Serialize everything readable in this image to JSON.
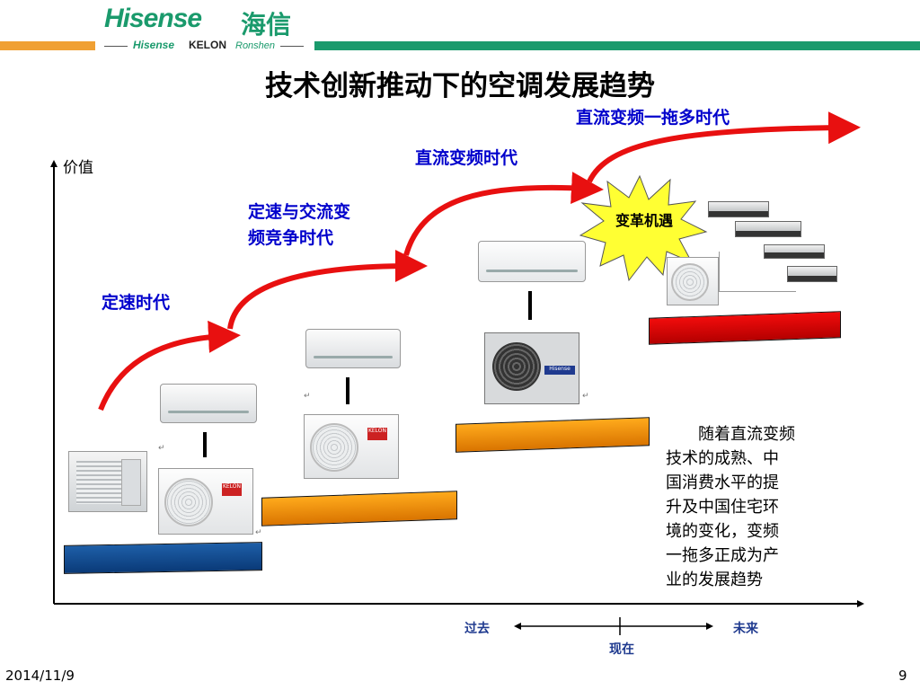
{
  "header": {
    "brand_main": "Hisense",
    "brand_cn": "海信",
    "sub_brands": [
      "Hisense",
      "KELON",
      "Ronshen"
    ]
  },
  "title": "技术创新推动下的空调发展趋势",
  "axis": {
    "y_label": "价值",
    "past": "过去",
    "future": "未来",
    "now": "现在"
  },
  "eras": {
    "fixed_speed": "定速时代",
    "fixed_ac_line1": "定速与交流变",
    "fixed_ac_line2": "频竞争时代",
    "dc_inverter": "直流变频时代",
    "dc_multi": "直流变频一拖多时代"
  },
  "burst_label": "变革机遇",
  "paragraph": {
    "lines": [
      "随着直流变频",
      "技术的成熟、中",
      "国消费水平的提",
      "升及中国住宅环",
      "境的变化，变频",
      "一拖多正成为产",
      "业的发展趋势"
    ]
  },
  "product_badges": {
    "kelon": "KELON",
    "hisense": "Hisense"
  },
  "paragraph_mark": "↵",
  "footer": {
    "date": "2014/11/9",
    "page": "9"
  },
  "colors": {
    "brand_green": "#1a9a6c",
    "brand_orange": "#f0a033",
    "era_blue": "#0000cc",
    "arrow_red": "#e81010",
    "bar_blue": "#0a3a78",
    "bar_orange": "#f08c00",
    "bar_red": "#d40000",
    "burst_yellow": "#ffff33"
  }
}
